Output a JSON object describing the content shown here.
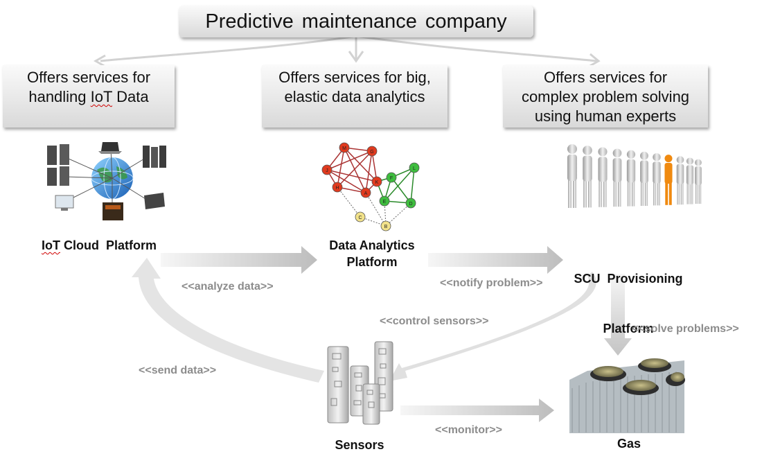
{
  "title": "Predictive maintenance company",
  "services": {
    "iot": {
      "line1": "Offers services for",
      "line2_pre": "handling ",
      "line2_err": "IoT",
      "line2_post": " Data"
    },
    "analytics": {
      "line1": "Offers services for big,",
      "line2": "elastic data analytics"
    },
    "scu": {
      "line1": "Offers services for",
      "line2": "complex problem solving",
      "line3": "using human experts"
    }
  },
  "nodes": {
    "iot": {
      "err": "IoT",
      "rest": " Cloud  Platform"
    },
    "analytics": {
      "line1": "Data Analytics",
      "line2": "Platform"
    },
    "scu": {
      "line1": "SCU  Provisioning",
      "line2": "Platform"
    },
    "sensors": "Sensors",
    "gas": "Gas"
  },
  "edges": {
    "analyze": "<<analyze data>>",
    "notify": "<<notify problem>>",
    "control": "<<control sensors>>",
    "solve": "<<solve problems>>",
    "send": "<<send data>>",
    "monitor": "<<monitor>>"
  },
  "graph_nodes": [
    "M",
    "G",
    "J",
    "H",
    "A",
    "K",
    "F",
    "L",
    "E",
    "D",
    "C",
    "B"
  ],
  "colors": {
    "box_top": "#fafafa",
    "box_bottom": "#d9d9d9",
    "arrow": "#cfcfcf",
    "edge_label": "#8c8c8c",
    "graph_red": "#e03a1e",
    "graph_green": "#3ebd3e",
    "graph_yellow": "#f2e28a"
  }
}
